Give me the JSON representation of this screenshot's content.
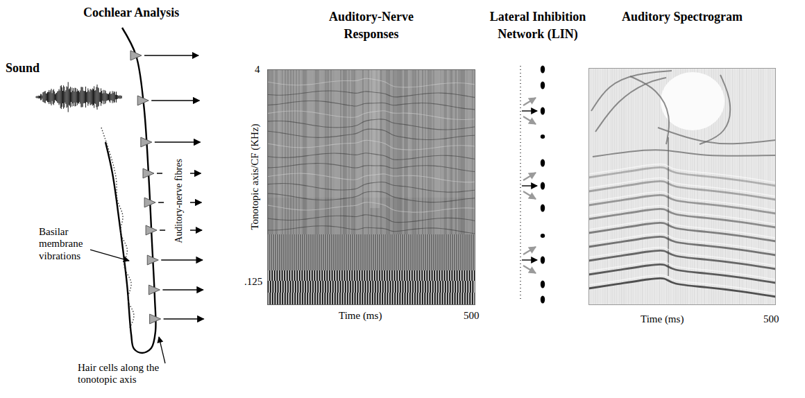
{
  "diagram": {
    "nodes": [
      {
        "text": [
          "Auditory-Nerve Responses"
        ]
      },
      {
        "text": [
          "Auditory Spectrogram"
        ]
      }
    ],
    "labels": [
      "Cochlear Analysis",
      "Sound",
      "Auditory-nerve fibres",
      "Basilar membrane vibrations",
      "Hair cells along the tonotopic axis",
      "4",
      "Tonotopic axis/CF (KHz)",
      ".125",
      "Time (ms)",
      "500",
      "Lateral Inhibition Network (LIN)",
      "Time (ms)",
      "500"
    ]
  }
}
